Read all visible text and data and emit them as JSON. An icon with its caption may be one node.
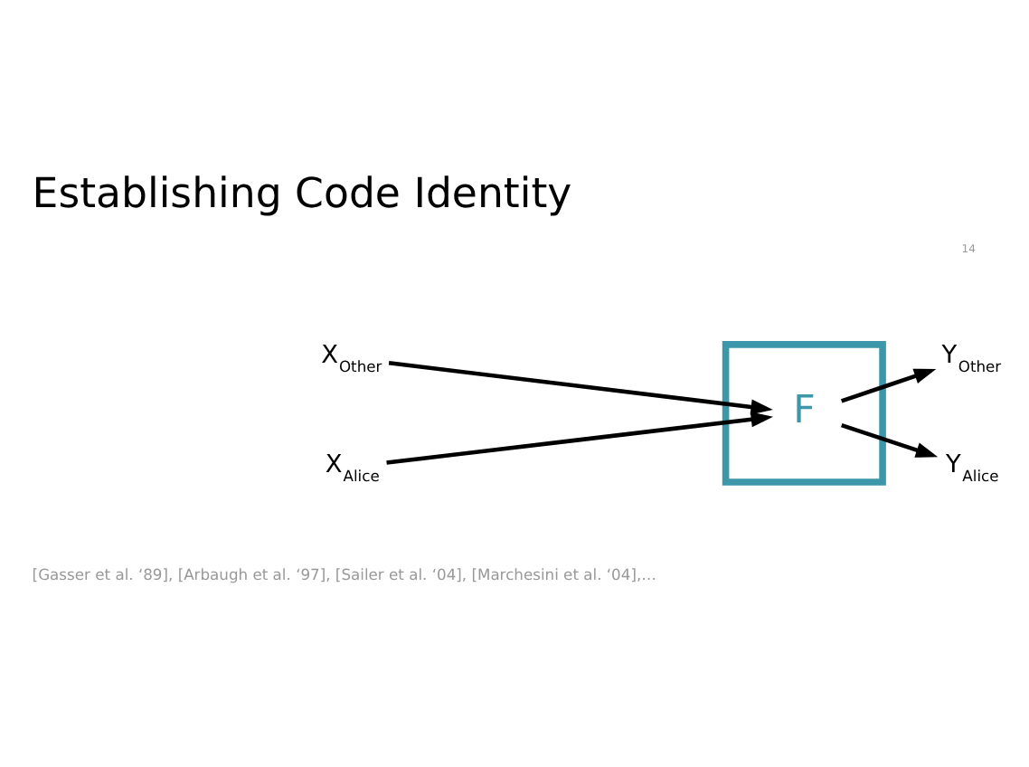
{
  "diagram": {
    "title": "Establishing Code Identity",
    "nodes": [
      {
        "text": [],
        "shape": "box"
      },
      {
        "text": [
          "X$_{Other}$"
        ]
      },
      {
        "text": [
          "Y$_{Other}$"
        ]
      },
      {
        "text": [
          "F"
        ],
        "in": 0
      },
      {
        "text": [
          "X$_{Alice}$"
        ]
      },
      {
        "text": [
          "Y$_{Alice}$"
        ]
      }
    ],
    "edges": [
      {
        "from": 1,
        "to": 3,
        "arrow": "to"
      },
      {
        "from": 3,
        "to": 2,
        "arrow": "to"
      },
      {
        "from": 4,
        "to": 3,
        "arrow": "to"
      },
      {
        "from": 3,
        "to": 5,
        "arrow": "to"
      }
    ],
    "labels": [
      "[Gasser et al. ‘89], [Arbaugh et al. ‘97], [Sailer et al. ‘04], [Marchesini et al. ‘04],…",
      "14"
    ]
  }
}
